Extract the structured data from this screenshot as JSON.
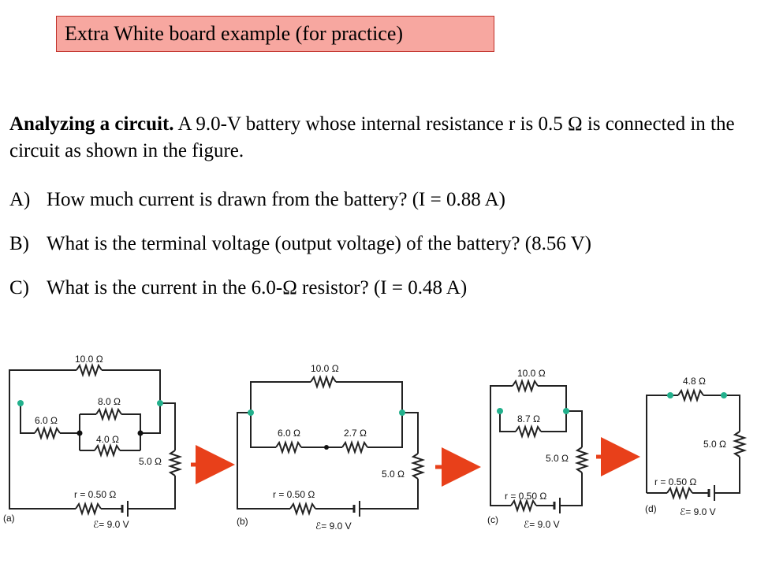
{
  "title": "Extra White board example (for practice)",
  "problem": {
    "heading": "Analyzing a circuit.",
    "text": "A 9.0-V battery whose internal resistance r is 0.5 Ω is connected in the circuit as shown in the figure."
  },
  "questions": [
    {
      "letter": "A)",
      "text": "How much current is drawn from the battery? (I = 0.88 A)"
    },
    {
      "letter": "B)",
      "text": "What is the terminal voltage (output voltage) of the battery? (8.56 V)"
    },
    {
      "letter": "C)",
      "text": "What is the current in the 6.0-Ω resistor? (I = 0.48 A)"
    }
  ],
  "figure": {
    "a": {
      "tag": "(a)",
      "r_top": "10.0 Ω",
      "r_8": "8.0 Ω",
      "r_4": "4.0 Ω",
      "r_6": "6.0 Ω",
      "r_5": "5.0 Ω",
      "r_int": "r = 0.50 Ω",
      "emf": "ℰ= 9.0 V"
    },
    "b": {
      "tag": "(b)",
      "r_top": "10.0 Ω",
      "r_6": "6.0 Ω",
      "r_27": "2.7 Ω",
      "r_5": "5.0 Ω",
      "r_int": "r = 0.50 Ω",
      "emf": "ℰ= 9.0 V"
    },
    "c": {
      "tag": "(c)",
      "r_top": "10.0 Ω",
      "r_87": "8.7 Ω",
      "r_5": "5.0 Ω",
      "r_int": "r = 0.50 Ω",
      "emf": "ℰ= 9.0 V"
    },
    "d": {
      "tag": "(d)",
      "r_48": "4.8 Ω",
      "r_5": "5.0 Ω",
      "r_int": "r = 0.50 Ω",
      "emf": "ℰ= 9.0 V"
    }
  },
  "colors": {
    "title_bg": "#f7a7a0",
    "arrow": "#e8401a",
    "node": "#22b08c",
    "wire": "#222222"
  }
}
